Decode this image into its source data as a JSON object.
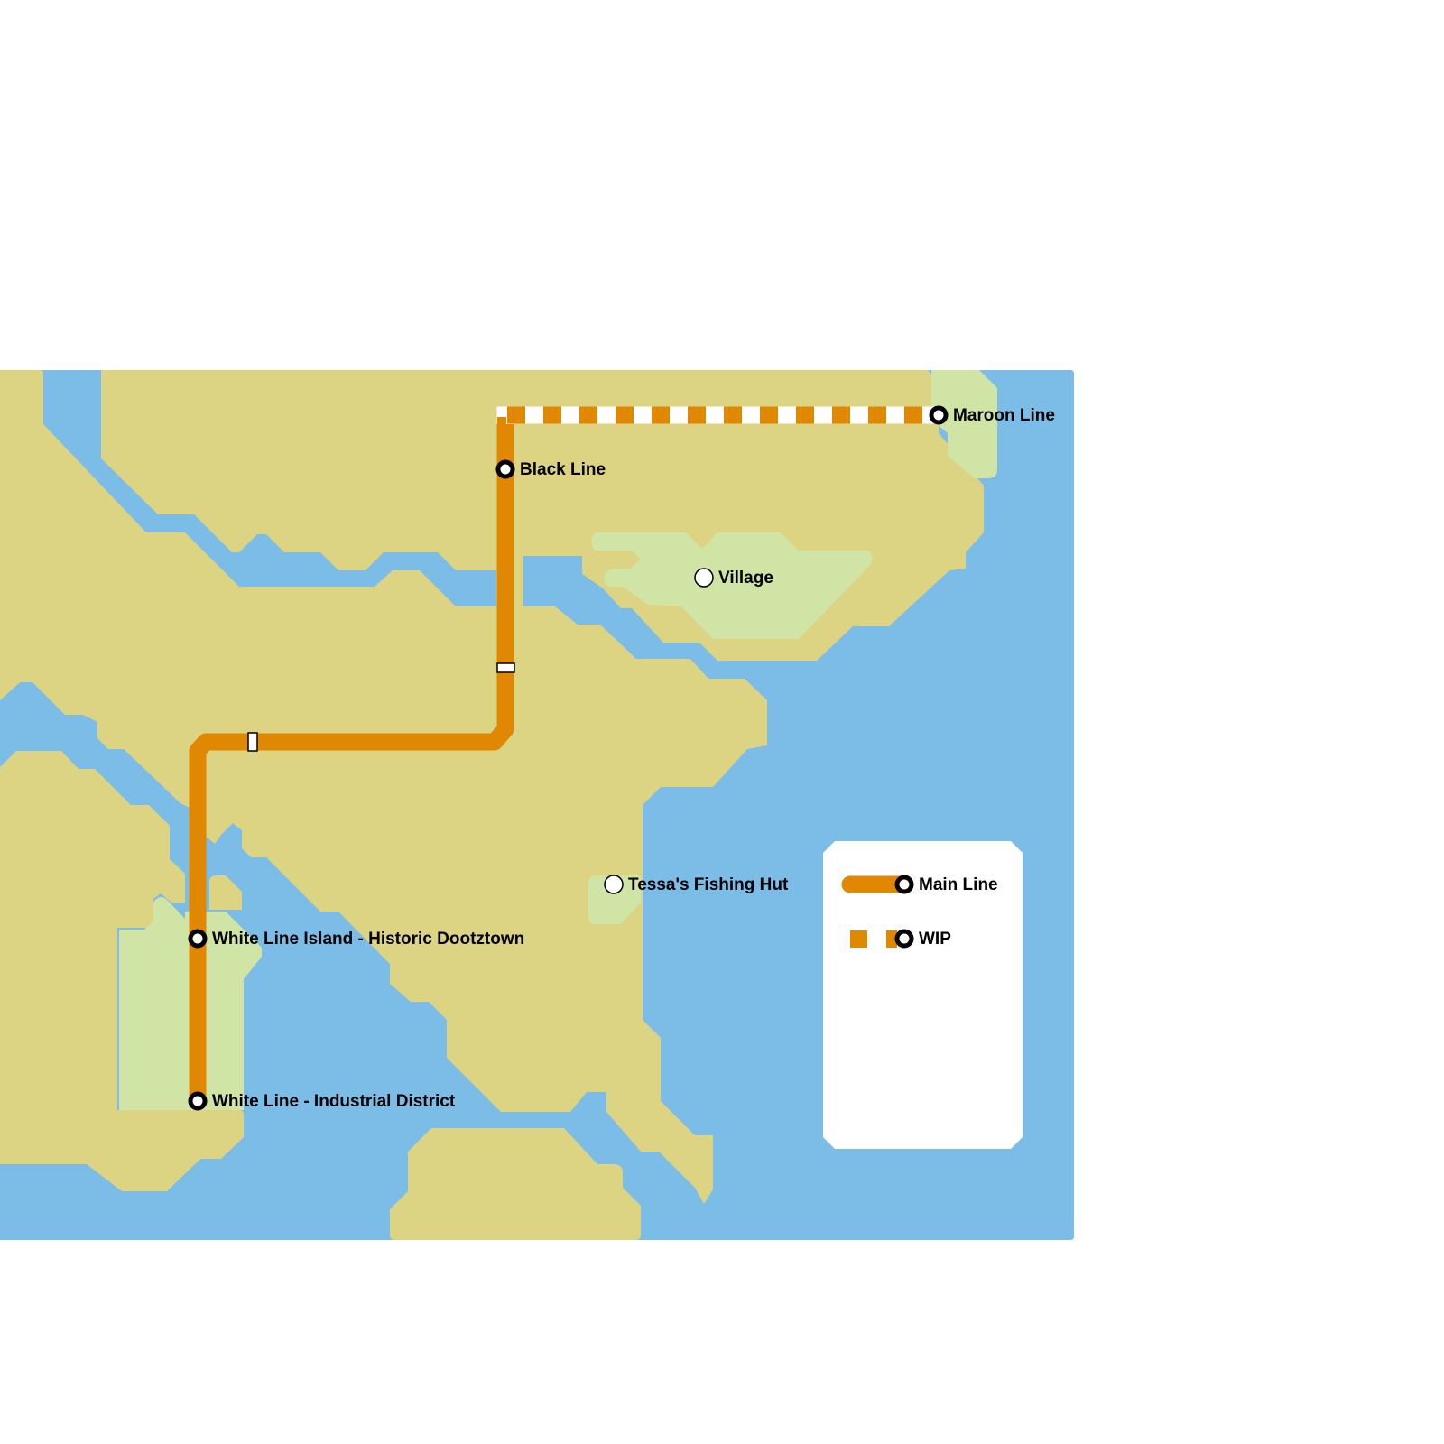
{
  "colors": {
    "water": "#7bbde7",
    "land": "#dcd383",
    "park": "#d0e4a6",
    "line": "#e08802",
    "background": "#ffffff",
    "station_ring": "#000000"
  },
  "stations": {
    "maroon_line": "Maroon Line",
    "black_line": "Black Line",
    "village": "Village",
    "tessas_fishing_hut": "Tessa's Fishing Hut",
    "white_line_island": "White Line Island - Historic Dootztown",
    "white_line_industrial": "White Line - Industrial District"
  },
  "legend": {
    "main_line": "Main Line",
    "wip": "WIP"
  }
}
